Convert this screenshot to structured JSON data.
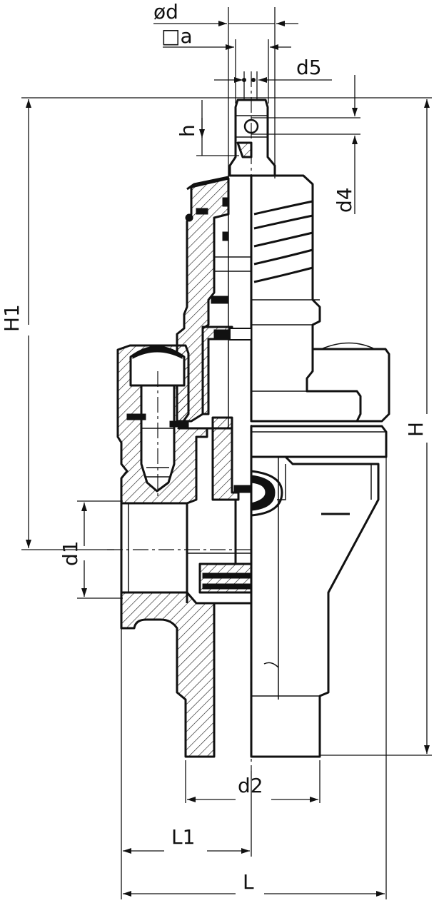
{
  "labels": {
    "od": "ød",
    "sq_a": "□a",
    "d5": "d5",
    "h": "h",
    "d4": "d4",
    "H1": "H1",
    "H": "H",
    "d1": "d1",
    "d2": "d2",
    "L1": "L1",
    "L": "L"
  }
}
